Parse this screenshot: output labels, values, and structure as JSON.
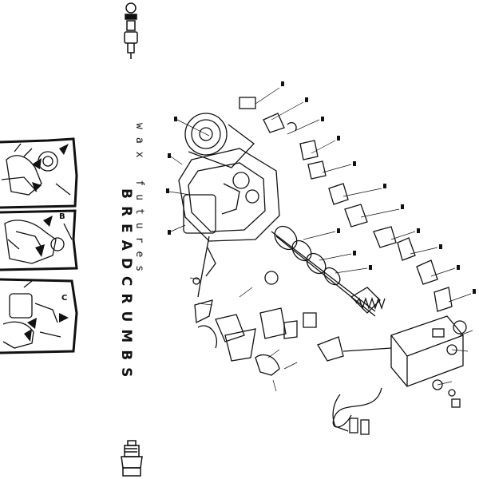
{
  "cover": {
    "artist": "wax futures",
    "title": "BREADCRUMBS"
  },
  "panels": [
    {
      "label": ""
    },
    {
      "label": "B"
    },
    {
      "label": "C"
    }
  ],
  "colors": {
    "background": "#ffffff",
    "ink": "#111111"
  },
  "icons": [
    "spark-plug-icon-top",
    "spark-plug-icon-bottom",
    "exploded-engine-diagram"
  ]
}
